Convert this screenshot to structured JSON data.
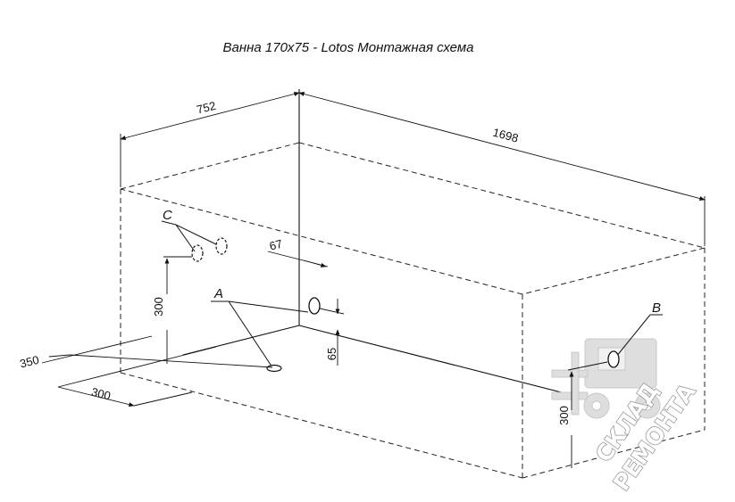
{
  "title": "Ванна 170x75 - Lotos Монтажная схема",
  "dimensions": {
    "width": "752",
    "length": "1698",
    "drain_offset": "67",
    "drain_height": "65",
    "c_height": "300",
    "floor_offset": "350",
    "floor_width": "300",
    "b_height": "300"
  },
  "markers": {
    "a": "A",
    "b": "B",
    "c": "C"
  },
  "watermark": {
    "line1": "СКЛАД",
    "line2": "РЕМОНТА"
  }
}
